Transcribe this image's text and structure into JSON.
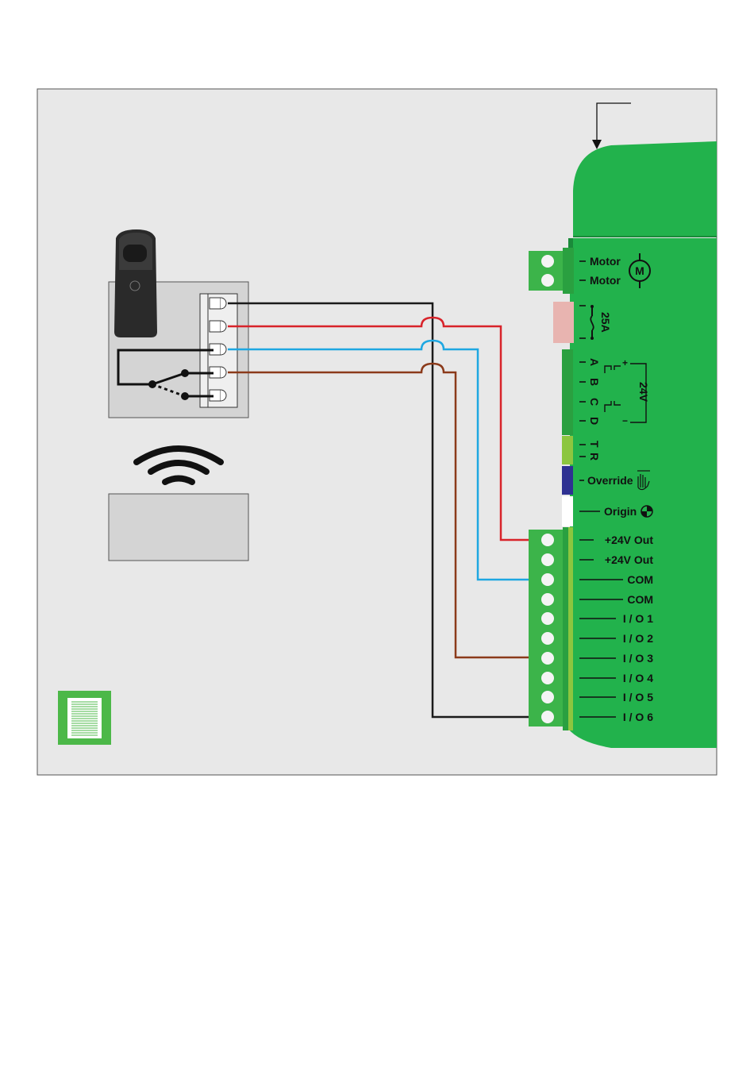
{
  "controller": {
    "terminals_top": {
      "motor": [
        "Motor",
        "Motor"
      ],
      "fuse": "25A",
      "inputs": [
        "A",
        "B",
        "C",
        "D"
      ],
      "voltage": "24V",
      "tr": [
        "T",
        "R"
      ],
      "override": "Override",
      "origin": "Origin"
    },
    "terminals_bottom": [
      "+24V Out",
      "+24V Out",
      "COM",
      "COM",
      "I / O 1",
      "I / O 2",
      "I / O 3",
      "I / O 4",
      "I / O 5",
      "I / O 6"
    ],
    "motor_symbol": "M"
  },
  "wires": [
    {
      "color": "#1a1a1a",
      "to": "I / O 6"
    },
    {
      "color": "#d8232a",
      "to": "+24V Out"
    },
    {
      "color": "#1ea7e1",
      "to": "COM"
    },
    {
      "color": "#8b3a1a",
      "to": "I / O 3"
    }
  ],
  "colors": {
    "panel_bg": "#e8e8e8",
    "controller_green": "#22b24c",
    "connector_green": "#3cb44a",
    "light_green": "#8cc63f",
    "override_blue": "#2e3192",
    "fuse_pink": "#e8b4b0",
    "device_gray": "#d4d4d4"
  },
  "icons": [
    "motor-icon",
    "fuse-icon",
    "hand-icon",
    "origin-icon",
    "wireless-signal-icon",
    "remote-transmitter-icon",
    "shade-icon"
  ]
}
